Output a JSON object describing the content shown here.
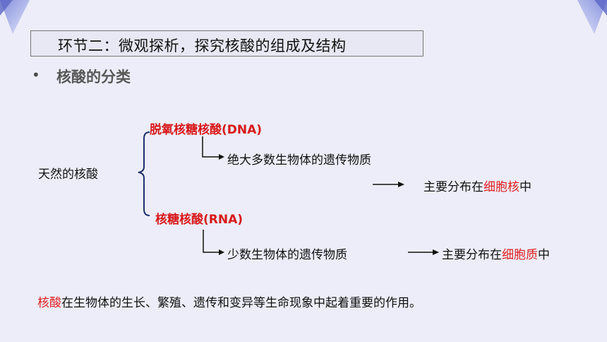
{
  "title": "环节二：微观探析，探究核酸的组成及结构",
  "section": {
    "bullet": "•",
    "label": "核酸的分类"
  },
  "root": "天然的核酸",
  "dna": {
    "name": "脱氧核糖核酸(DNA)",
    "role": "绝大多数生物体的遗传物质",
    "distribution_prefix": "主要分布在",
    "distribution_highlight": "细胞核",
    "distribution_suffix": "中"
  },
  "rna": {
    "name": "核糖核酸(RNA)",
    "role": "少数生物体的遗传物质",
    "distribution_prefix": "主要分布在",
    "distribution_highlight": "细胞质",
    "distribution_suffix": "中"
  },
  "footer": {
    "highlight": "核酸",
    "text": "在生物体的生长、繁殖、遗传和变异等生命现象中起着重要的作用。"
  },
  "colors": {
    "accent_red": "#e02020",
    "bracket_blue": "#1f2f6b",
    "background": "#ecedf8"
  }
}
